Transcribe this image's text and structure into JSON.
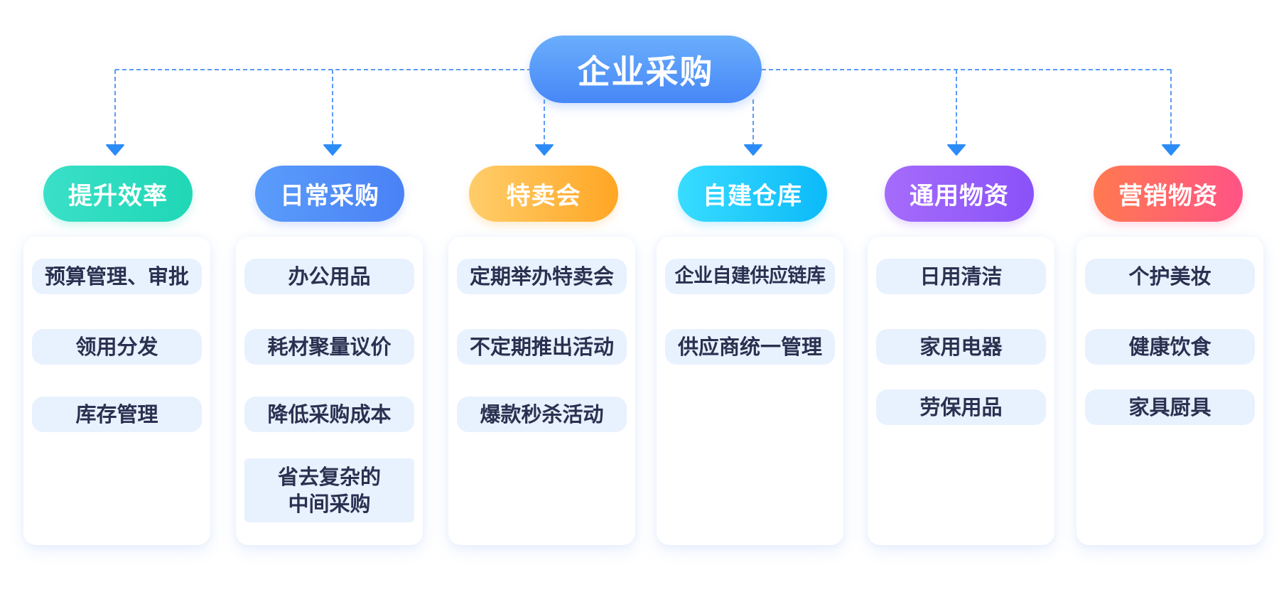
{
  "root": {
    "label": "企业采购"
  },
  "theme": {
    "connector_color": "#5b9bf8",
    "arrow_color": "#2c8cf7",
    "item_bg": "#e8f1fe",
    "item_text": "#2a3150"
  },
  "categories": [
    {
      "label": "提升效率",
      "gradient": [
        "#3ae0c8",
        "#1fd7b5"
      ],
      "items": [
        "预算管理、审批",
        "领用分发",
        "库存管理"
      ]
    },
    {
      "label": "日常采购",
      "gradient": [
        "#5a9cfb",
        "#4a82f5"
      ],
      "items": [
        "办公用品",
        "耗材聚量议价",
        "降低采购成本",
        "省去复杂的中间采购"
      ]
    },
    {
      "label": "特卖会",
      "gradient": [
        "#ffcd6a",
        "#ffa624"
      ],
      "items": [
        "定期举办特卖会",
        "不定期推出活动",
        "爆款秒杀活动"
      ]
    },
    {
      "label": "自建仓库",
      "gradient": [
        "#38dcff",
        "#0cbaf9"
      ],
      "items": [
        "企业自建供应链库",
        "供应商统一管理"
      ]
    },
    {
      "label": "通用物资",
      "gradient": [
        "#a56cfb",
        "#8a52f8"
      ],
      "items": [
        "日用清洁",
        "家用电器",
        "劳保用品"
      ]
    },
    {
      "label": "营销物资",
      "gradient": [
        "#ff7a50",
        "#ff5385"
      ],
      "items": [
        "个护美妆",
        "健康饮食",
        "家具厨具"
      ]
    }
  ]
}
